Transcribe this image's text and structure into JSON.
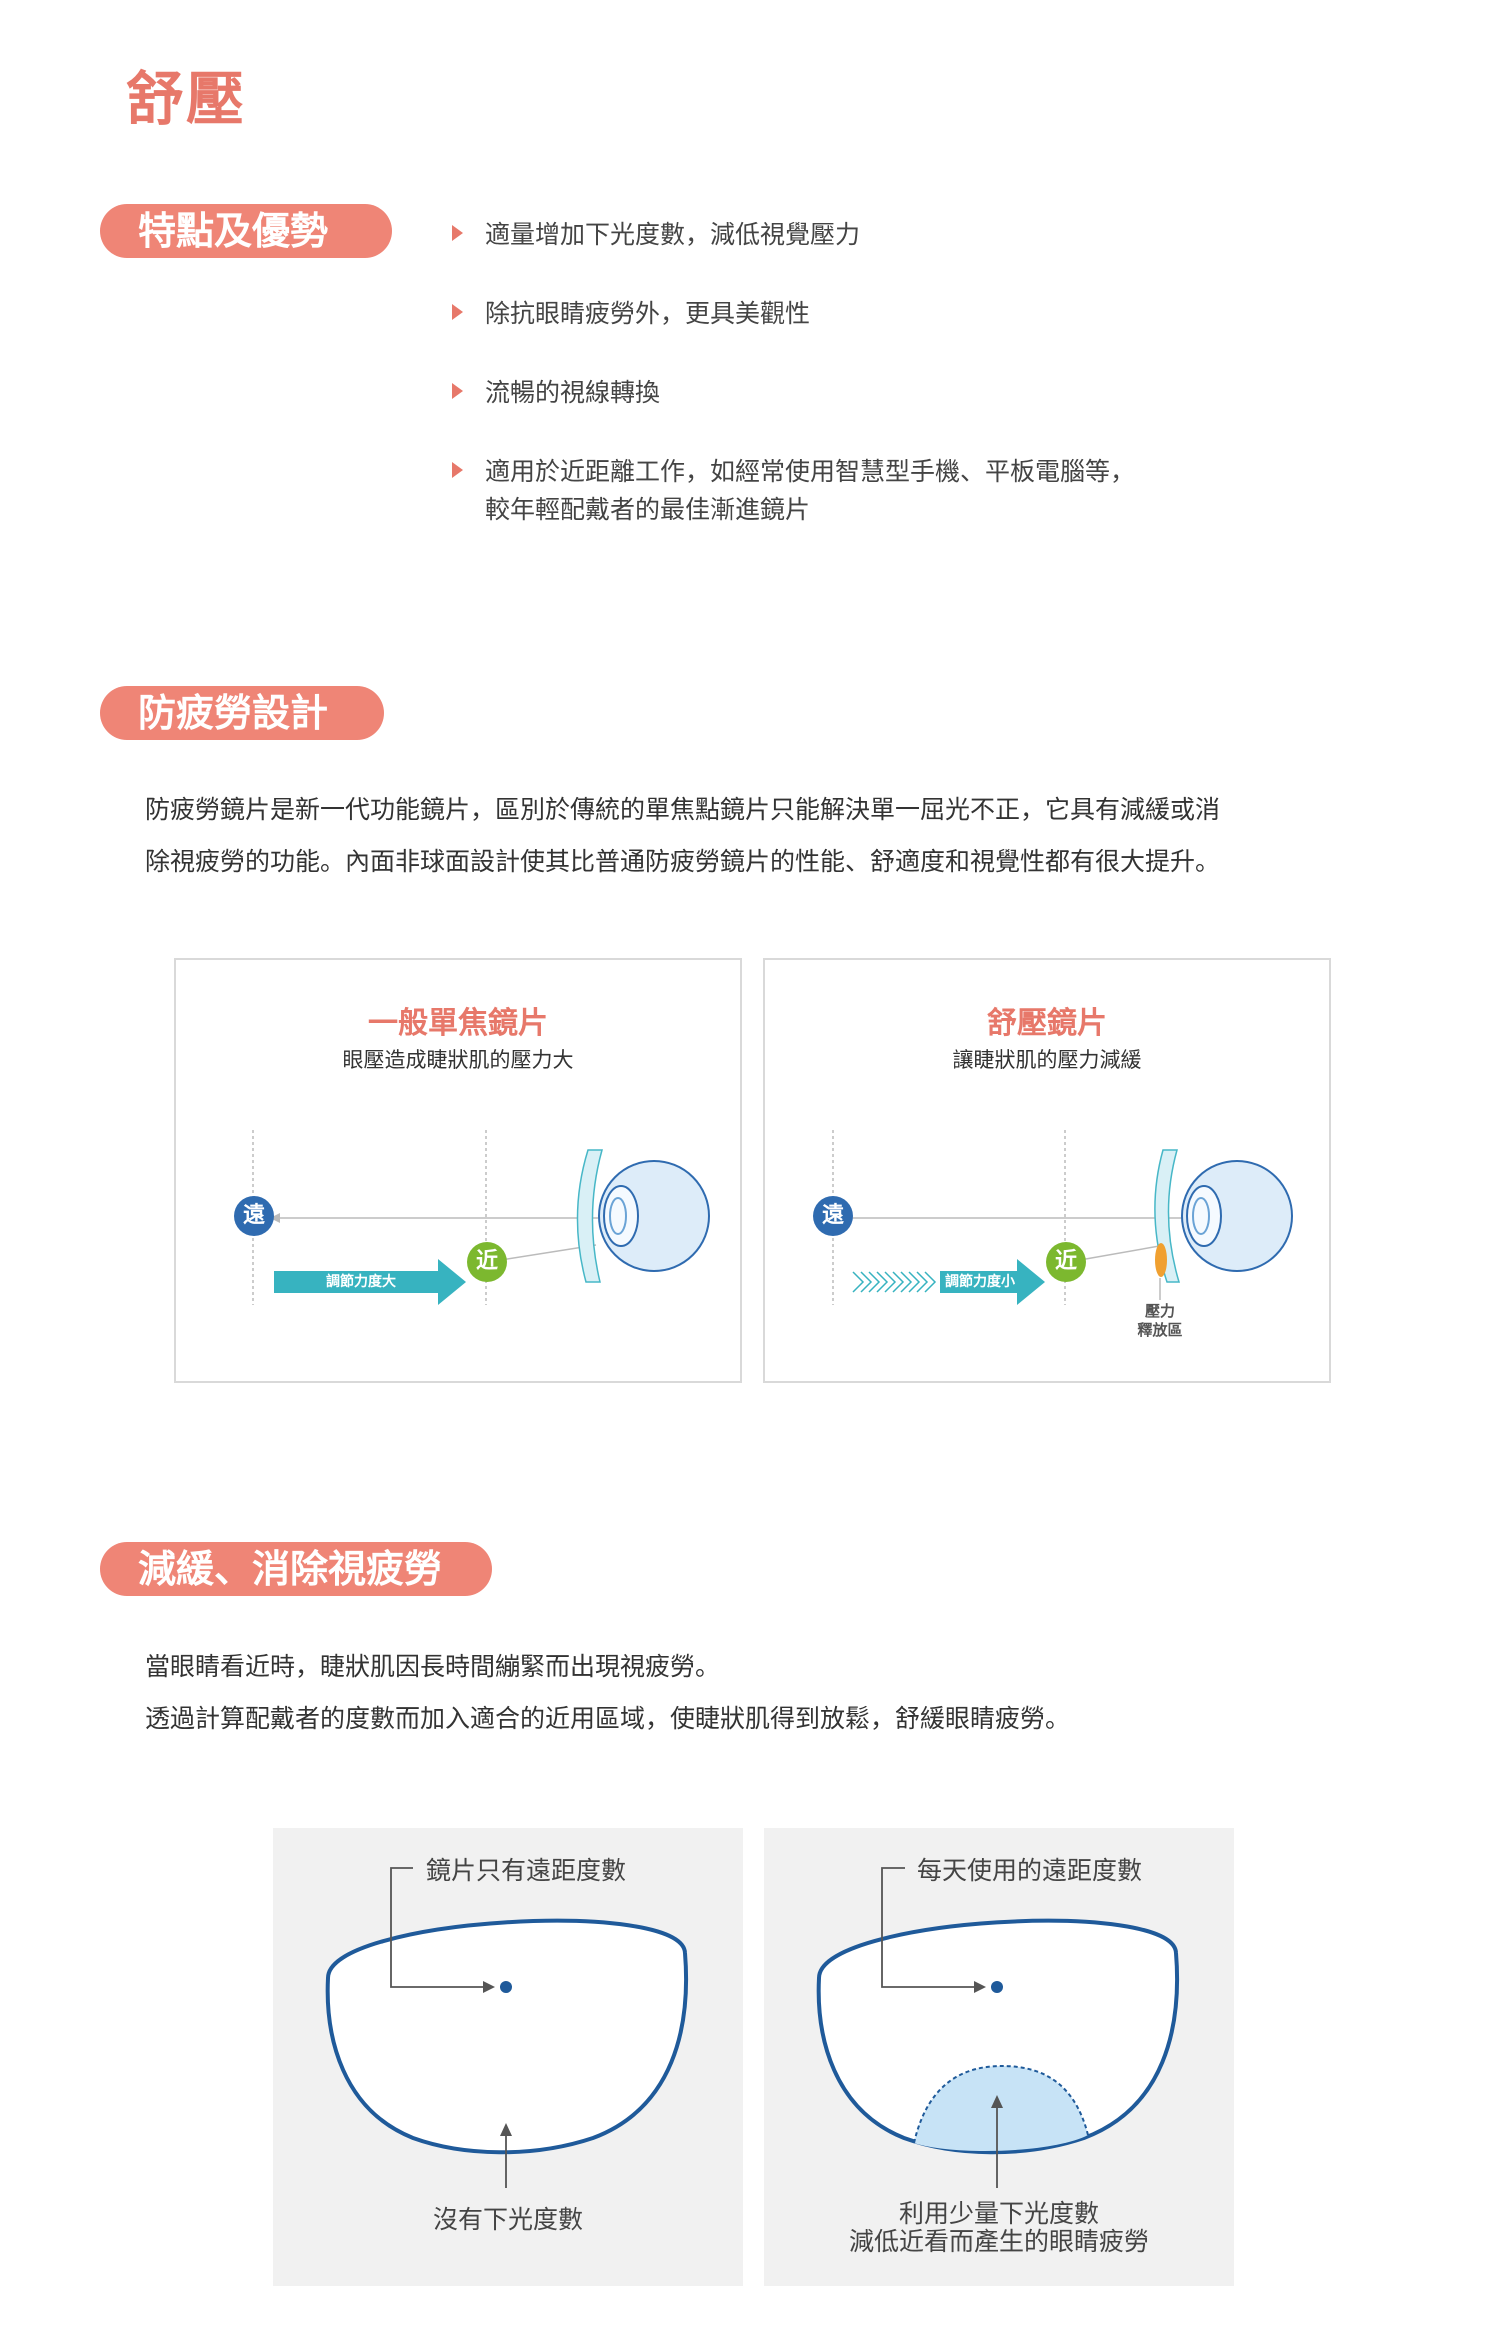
{
  "page_title": "舒壓",
  "features": {
    "heading": "特點及優勢",
    "bullets": [
      "適量增加下光度數，減低視覺壓力",
      "除抗眼睛疲勞外，更具美觀性",
      "流暢的視線轉換"
    ],
    "bullet4_line1": "適用於近距離工作，如經常使用智慧型手機、平板電腦等，",
    "bullet4_line2": "較年輕配戴者的最佳漸進鏡片"
  },
  "anti_fatigue": {
    "heading": "防疲勞設計",
    "para_line1": "防疲勞鏡片是新一代功能鏡片，區別於傳統的單焦點鏡片只能解決單一屈光不正，它具有減緩或消",
    "para_line2": "除視疲勞的功能。內面非球面設計使其比普通防疲勞鏡片的性能、舒適度和視覺性都有很大提升。",
    "cards": [
      {
        "title": "一般單焦鏡片",
        "subtitle": "眼壓造成睫狀肌的壓力大",
        "far": "遠",
        "near": "近",
        "arrow_label": "調節力度大"
      },
      {
        "title": "舒壓鏡片",
        "subtitle": "讓睫狀肌的壓力減緩",
        "far": "遠",
        "near": "近",
        "arrow_label": "調節力度小",
        "release_line1": "壓力",
        "release_line2": "釋放區"
      }
    ]
  },
  "reduce": {
    "heading": "減緩、消除視疲勞",
    "para_line1": "當眼睛看近時，睫狀肌因長時間繃緊而出現視疲勞。",
    "para_line2": "透過計算配戴者的度數而加入適合的近用區域，使睫狀肌得到放鬆，舒緩眼睛疲勞。",
    "diagrams": [
      {
        "top_label": "鏡片只有遠距度數",
        "bottom_label": "沒有下光度數"
      },
      {
        "top_label": "每天使用的遠距度數",
        "bottom_line1": "利用少量下光度數",
        "bottom_line2": "減低近看而產生的眼睛疲勞"
      }
    ]
  },
  "colors": {
    "accent": "#ef8576",
    "blue": "#2f6bb0",
    "green": "#7cb82f",
    "teal": "#37b3c0",
    "lens_blue": "#1f5a9a"
  }
}
